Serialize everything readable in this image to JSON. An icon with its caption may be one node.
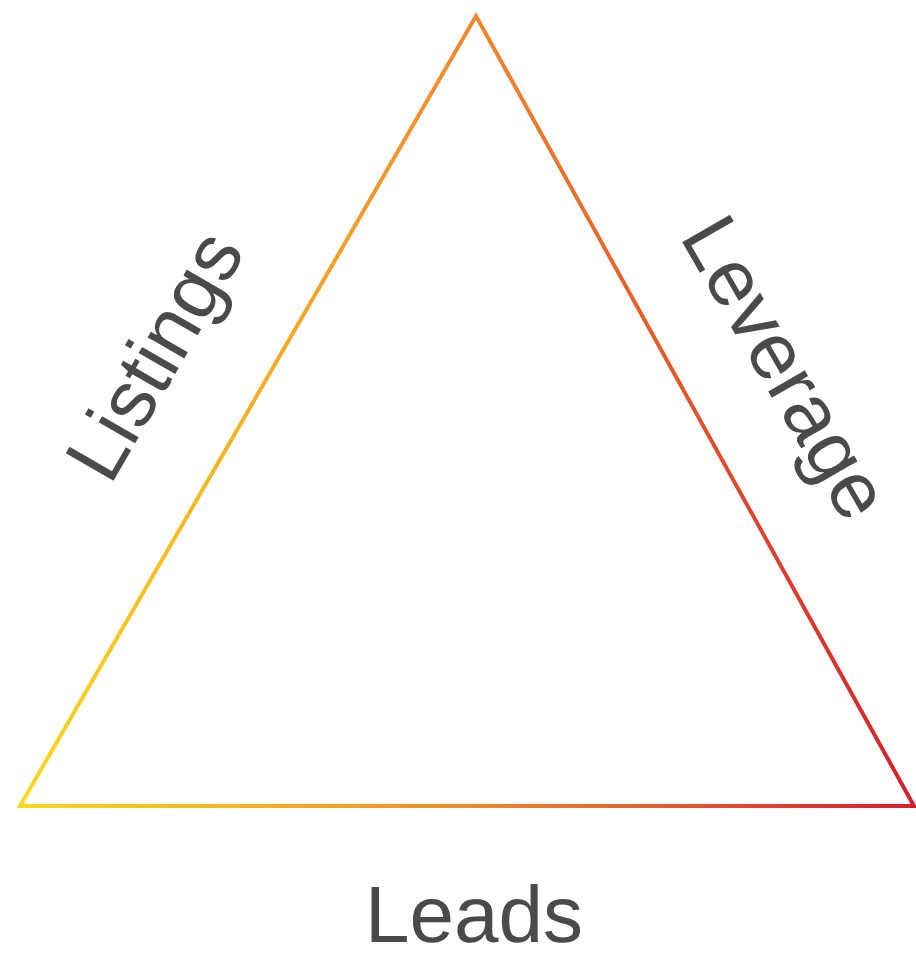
{
  "diagram": {
    "labels": [
      "Listings",
      "Leverage",
      "Leads"
    ]
  }
}
